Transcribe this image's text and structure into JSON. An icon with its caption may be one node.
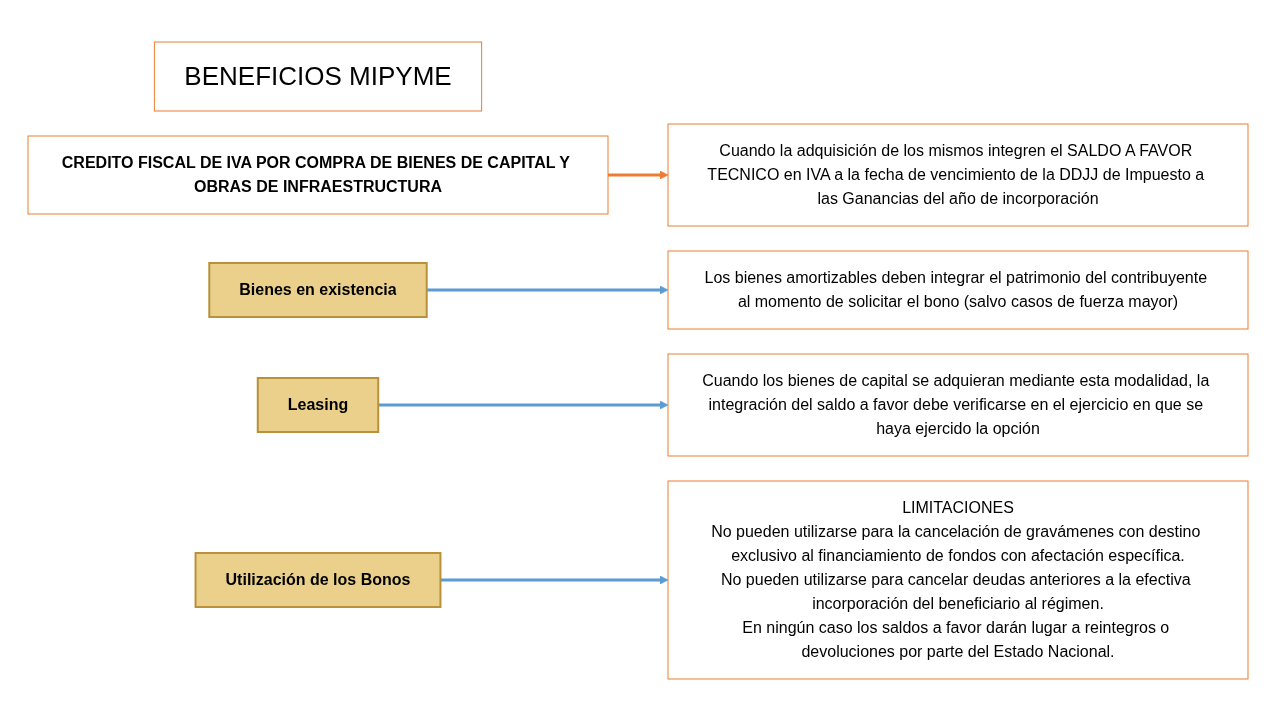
{
  "diagram": {
    "nodes": [
      {
        "text": [
          "BENEFICIOS MIPYME"
        ]
      },
      {
        "text": [
          "CREDITO FISCAL DE IVA POR COMPRA DE BIENES DE CAPITAL Y OBRAS DE INFRAESTRUCTURA"
        ]
      },
      {
        "text": [
          "Cuando la adquisición de los mismos integren el SALDO A FAVOR TECNICO en IVA a la fecha de vencimiento de la DDJJ de Impuesto a las Ganancias del año de incorporación"
        ]
      },
      {
        "text": [
          "Bienes en existencia"
        ]
      },
      {
        "text": [
          "Los bienes amortizables deben integrar el patrimonio del contribuyente al momento de solicitar el bono (salvo casos de fuerza mayor)"
        ]
      },
      {
        "text": [
          "Leasing"
        ]
      },
      {
        "text": [
          "Cuando los bienes de capital se adquieran mediante esta modalidad, la integración del saldo a favor debe verificarse en el ejercicio en que se haya ejercido la opción"
        ]
      },
      {
        "text": [
          "Utilización de los Bonos"
        ]
      },
      {
        "text": [
          "LIMITACIONES",
          "No pueden utilizarse para la cancelación de gravámenes con destino exclusivo al financiamiento de fondos con afectación específica.",
          "No pueden utilizarse para cancelar deudas anteriores a la efectiva incorporación del beneficiario al régimen.",
          "En ningún caso los saldos a favor darán lugar a reintegros o devoluciones por parte del Estado Nacional."
        ]
      }
    ],
    "edges": [
      {
        "from": 1,
        "to": 2,
        "arrow": "to",
        "color": "#ed7d31"
      },
      {
        "from": 3,
        "to": 4,
        "arrow": "to"
      },
      {
        "from": 5,
        "to": 6,
        "arrow": "to"
      },
      {
        "from": 7,
        "to": 8,
        "arrow": "to"
      }
    ]
  }
}
